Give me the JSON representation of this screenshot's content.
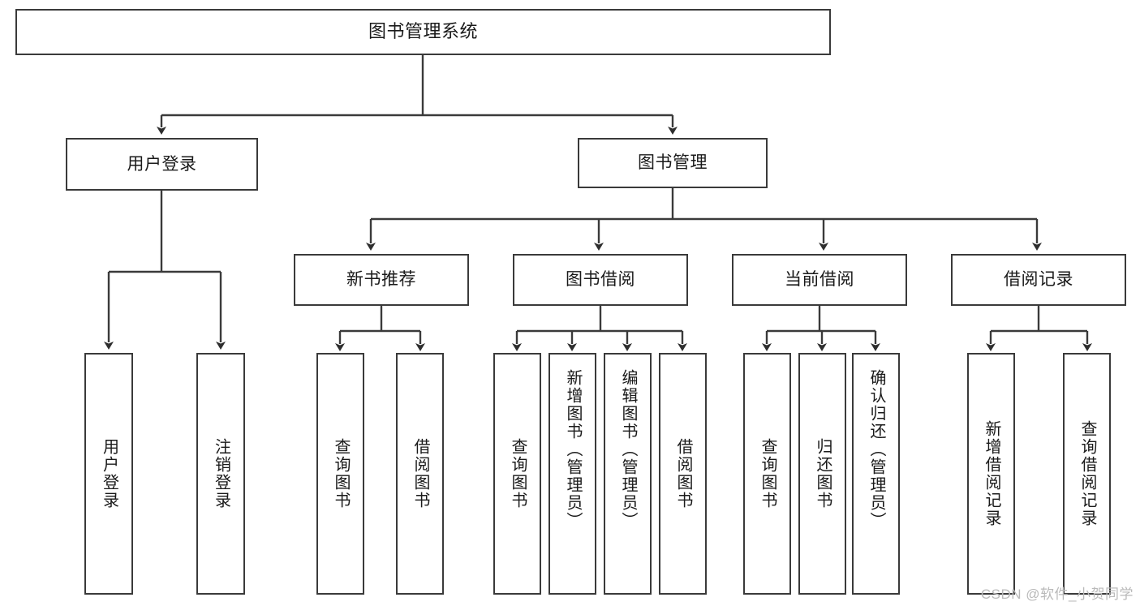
{
  "diagram": {
    "title": "图书管理系统",
    "type": "tree",
    "watermark": "CSDN @软件_小贺同学",
    "colors": {
      "stroke": "#3a3a3a",
      "fill": "#ffffff",
      "text": "#1a1a1a",
      "watermark": "#b9b9b9"
    },
    "root": {
      "id": "root",
      "label": "图书管理系统"
    },
    "level2": [
      {
        "id": "user-login",
        "label": "用户登录"
      },
      {
        "id": "book-manage",
        "label": "图书管理"
      }
    ],
    "level3": [
      {
        "id": "new-book-recommend",
        "label": "新书推荐",
        "parent": "book-manage"
      },
      {
        "id": "book-borrow",
        "label": "图书借阅",
        "parent": "book-manage"
      },
      {
        "id": "current-borrow",
        "label": "当前借阅",
        "parent": "book-manage"
      },
      {
        "id": "borrow-record",
        "label": "借阅记录",
        "parent": "book-manage"
      }
    ],
    "leaves": [
      {
        "id": "leaf-user-login",
        "label": "用户登录",
        "parent": "user-login"
      },
      {
        "id": "leaf-logout-login",
        "label": "注销登录",
        "parent": "user-login"
      },
      {
        "id": "leaf-query-book-1",
        "label": "查询图书",
        "parent": "new-book-recommend"
      },
      {
        "id": "leaf-borrow-book-1",
        "label": "借阅图书",
        "parent": "new-book-recommend"
      },
      {
        "id": "leaf-query-book-2",
        "label": "查询图书",
        "parent": "book-borrow"
      },
      {
        "id": "leaf-add-book",
        "label": "新增图书（管理员）",
        "parent": "book-borrow"
      },
      {
        "id": "leaf-edit-book",
        "label": "编辑图书（管理员）",
        "parent": "book-borrow"
      },
      {
        "id": "leaf-borrow-book-2",
        "label": "借阅图书",
        "parent": "book-borrow"
      },
      {
        "id": "leaf-query-book-3",
        "label": "查询图书",
        "parent": "current-borrow"
      },
      {
        "id": "leaf-return-book",
        "label": "归还图书",
        "parent": "current-borrow"
      },
      {
        "id": "leaf-confirm-return",
        "label": "确认归还（管理员）",
        "parent": "current-borrow"
      },
      {
        "id": "leaf-add-record",
        "label": "新增借阅记录",
        "parent": "borrow-record"
      },
      {
        "id": "leaf-query-record",
        "label": "查询借阅记录",
        "parent": "borrow-record"
      }
    ]
  }
}
